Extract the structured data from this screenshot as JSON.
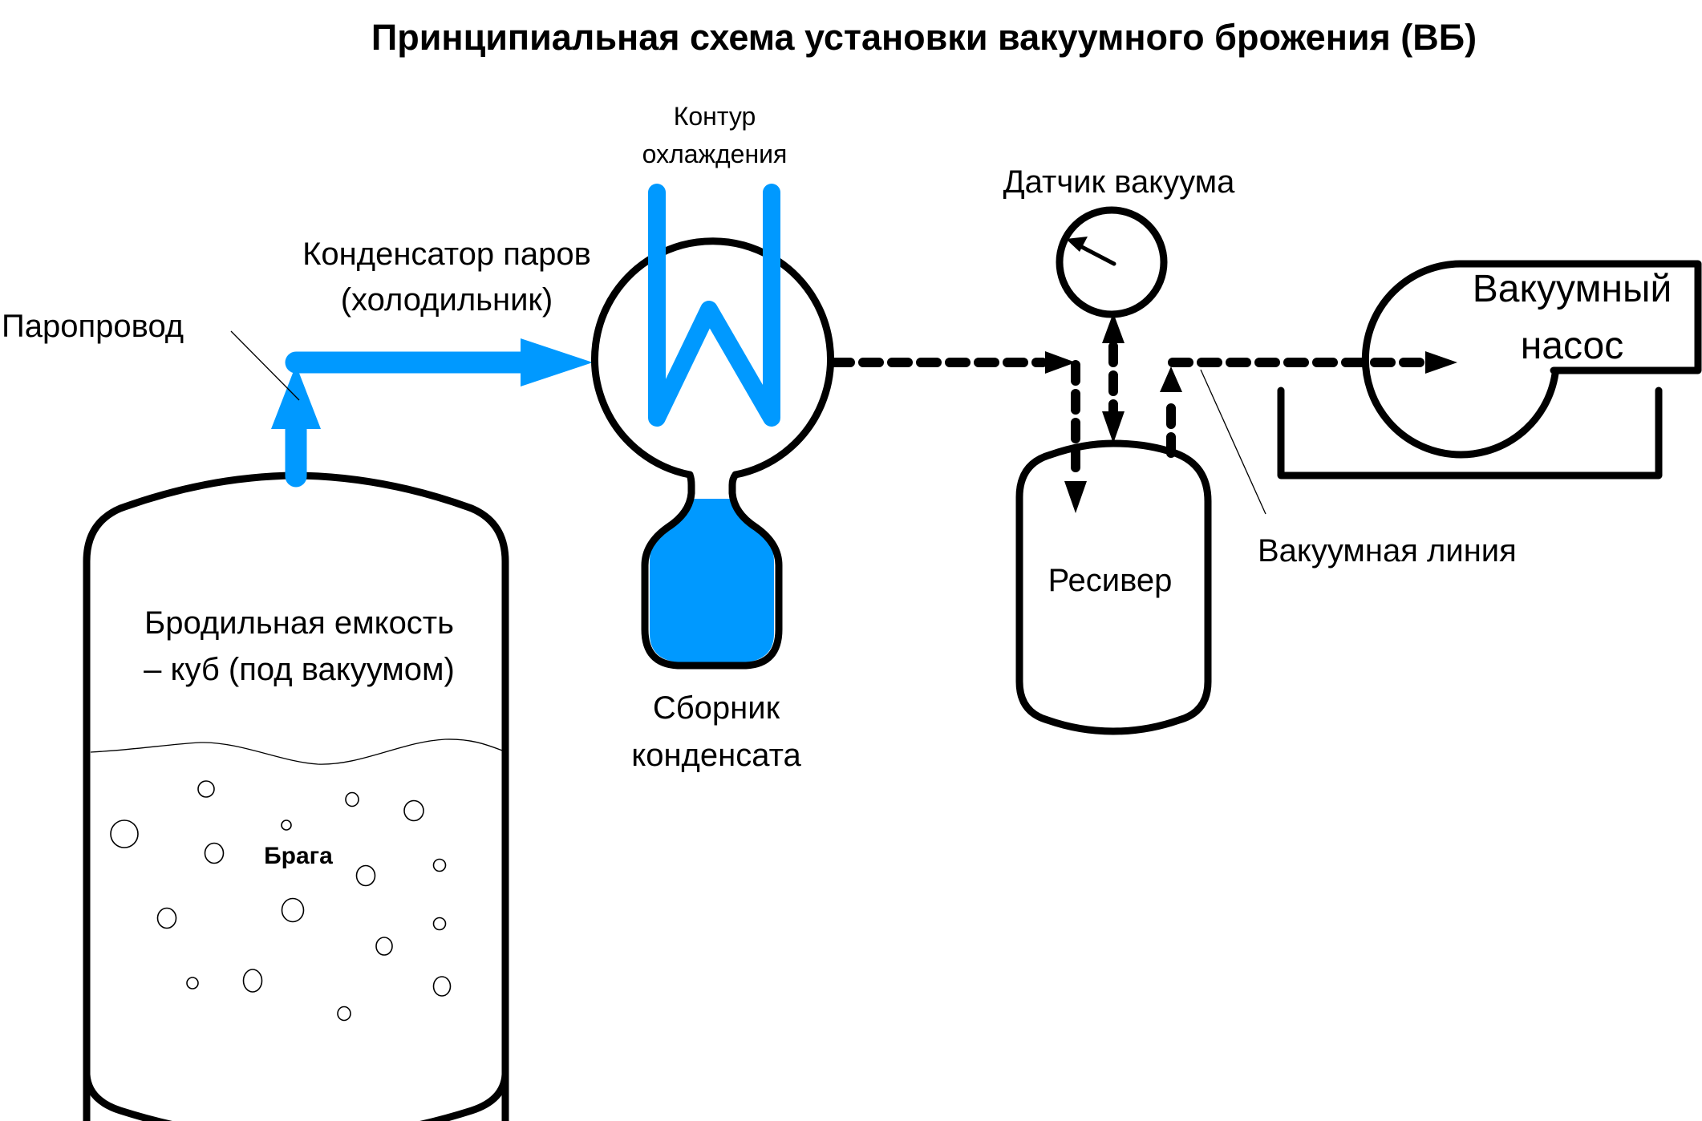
{
  "title": "Принципиальная схема установки вакуумного брожения (ВБ)",
  "colors": {
    "fluid_blue": "#0099FF",
    "outline": "#000000",
    "background": "#FFFFFF"
  },
  "components": {
    "fermenter": {
      "label_line1": "Бродильная емкость",
      "label_line2": "– куб (под вакуумом)",
      "content_label": "Брага"
    },
    "vapor_line": {
      "label": "Паропровод"
    },
    "condenser": {
      "label_line1": "Конденсатор паров",
      "label_line2": "(холодильник)"
    },
    "cooling_loop": {
      "label_line1": "Контур",
      "label_line2": "охлаждения"
    },
    "condensate_collector": {
      "label_line1": "Сборник",
      "label_line2": "конденсата"
    },
    "vacuum_gauge": {
      "label": "Датчик вакуума"
    },
    "receiver": {
      "label": "Ресивер"
    },
    "vacuum_line": {
      "label": "Вакуумная линия"
    },
    "vacuum_pump": {
      "label_line1": "Вакуумный",
      "label_line2": "насос"
    }
  }
}
